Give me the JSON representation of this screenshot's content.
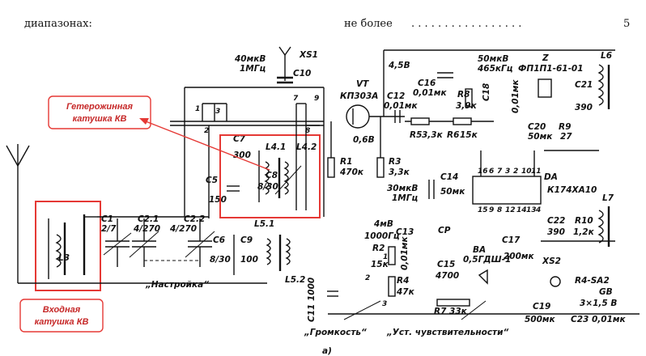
{
  "header": {
    "left": "диапазонах:",
    "middle": "не более",
    "dots": ". . . . . . . . . . . . . . . . .",
    "page": "5"
  },
  "caption": "а)",
  "annotations": {
    "heterodyne": [
      "Гетерожинная",
      "катушка КВ"
    ],
    "input": [
      "Входная",
      "катушка КВ"
    ]
  },
  "labels": {
    "xs1": "XS1",
    "xs1_sig1": "40мкВ",
    "xs1_sig2": "1МГц",
    "c10": "C10",
    "vt": "VT",
    "vt_type": "КП303А",
    "v06": "0,6В",
    "v45": "4,5В",
    "c12": "C12",
    "c12v": "0,01мк",
    "c16": "C16",
    "c16v": "0,01мк",
    "r8": "R8",
    "r8v": "3,9к",
    "c18": "C18",
    "c18v": "0,01мк",
    "z_sig1": "50мкВ",
    "z_sig2": "465кГц",
    "z": "Z",
    "z_type": "ФП1П1-61-01",
    "c21": "C21",
    "c21v": "390",
    "l6": "L6",
    "c20": "C20",
    "c20v": "50мк",
    "r9": "R9",
    "r9v": "27",
    "r1": "R1",
    "r1v": "470к",
    "r3": "R3",
    "r3v": "3,3к",
    "r5": "R5",
    "r5v": "3,3к",
    "r6": "R6",
    "r6v": "15к",
    "sig30_1": "30мкВ",
    "sig30_2": "1МГц",
    "c14": "C14",
    "c14v": "50мк",
    "da": "DA",
    "da_type": "К174ХА10",
    "l7": "L7",
    "c22": "C22",
    "c22v": "390",
    "r10": "R10",
    "r10v": "1,2к",
    "c7": "C7",
    "c7v": "300",
    "l41": "L4.1",
    "l42": "L4.2",
    "c8": "C8",
    "c8v": "8/30",
    "c5": "C5",
    "c5v": "150",
    "c6": "C6",
    "c6v": "8/30",
    "c9": "C9",
    "c9v": "100",
    "l51": "L5.1",
    "l52": "L5.2",
    "c1": "C1",
    "c1v": "2/7",
    "c21b": "C2.1",
    "c21bv": "4/270",
    "c22b": "C2.2",
    "c22bv": "4/270",
    "l3": "L3",
    "tuning": "„Настройка“",
    "c11": "C11 1000",
    "sig4mv_1": "4мВ",
    "sig4mv_2": "1000Гц",
    "r2": "R2",
    "r2v": "15к",
    "r4": "R4",
    "r4v": "47к",
    "c13": "C13",
    "c13v": "0,01мк",
    "cp": "CP",
    "c15": "C15",
    "c15v": "4700",
    "r7": "R7 33к",
    "ba": "BA",
    "ba_type": "0,5ГДШ-1",
    "c17": "C17",
    "c17v": "200мк",
    "xs2": "XS2",
    "r4sa2": "R4-SA2",
    "gb": "GB",
    "gbv": "3×1,5 В",
    "c19": "C19",
    "c19v": "500мк",
    "c23": "C23 0,01мк",
    "volume": "„Громкость“",
    "sensitivity": "„Уст. чувствительности“",
    "sw1": "1",
    "sw2": "2",
    "sw3": "3",
    "sw7": "7",
    "sw8": "8",
    "sw9": "9",
    "pin1": "1",
    "pin2": "2",
    "pin3": "3",
    "da_top": [
      "16",
      "6",
      "7",
      "3",
      "2",
      "10",
      "11"
    ],
    "da_bot": [
      "15",
      "9",
      "8",
      "12",
      "14",
      "13",
      "4"
    ]
  },
  "colors": {
    "annotation": "#e53935",
    "ink": "#111111"
  }
}
